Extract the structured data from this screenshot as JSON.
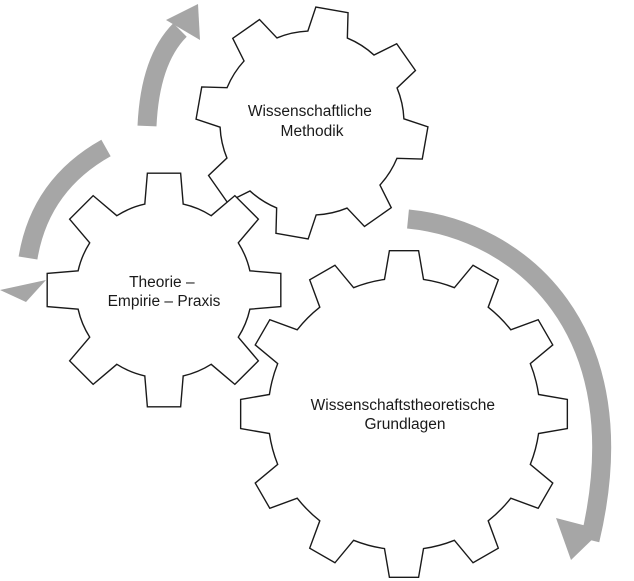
{
  "gears": [
    {
      "id": "methodik",
      "lines": [
        "Wissenschaftliche",
        "Methodik"
      ]
    },
    {
      "id": "theorie",
      "lines": [
        "Theorie –",
        "Empirie – Praxis"
      ]
    },
    {
      "id": "grundlagen",
      "lines": [
        "Wissenschaftstheoretische",
        "Grundlagen"
      ]
    }
  ],
  "arrow_color": "#a6a6a6",
  "outline_color": "#1a1a1a"
}
